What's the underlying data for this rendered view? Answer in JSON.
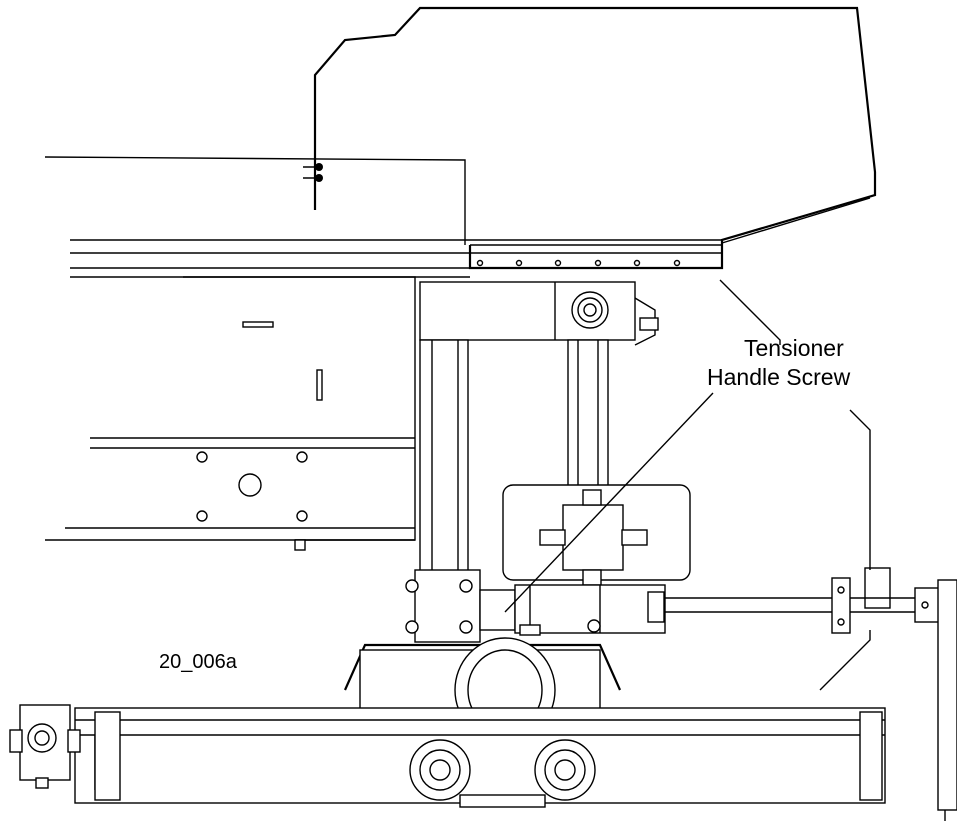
{
  "callout": {
    "line1": "Tensioner",
    "line2": "Handle Screw"
  },
  "figure_id": "20_006a",
  "colors": {
    "line": "#000000",
    "background": "#ffffff",
    "panel_fill": "#d9d9d9"
  }
}
